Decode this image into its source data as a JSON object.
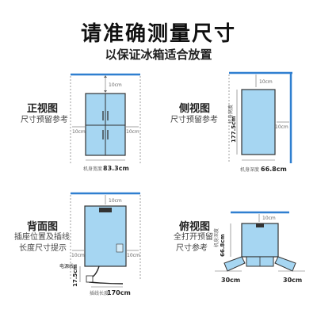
{
  "header": {
    "title": "请准确测量尺寸",
    "subtitle": "以保证冰箱适合放置"
  },
  "front_view": {
    "title": "正视图",
    "desc": "尺寸预留参考",
    "gap_top": "10cm",
    "gap_left": "10cm",
    "gap_right": "10cm",
    "width_label": "机身宽度",
    "width_value": "83.3cm"
  },
  "side_view": {
    "title": "侧视图",
    "desc": "尺寸预留参考",
    "gap_top": "10cm",
    "gap_right": "10cm",
    "height_label": "机身高度",
    "height_value": "177.5cm",
    "depth_label": "机身深度",
    "depth_value": "66.8cm"
  },
  "back_view": {
    "title": "背面图",
    "desc_line1": "插座位置及插线",
    "desc_line2": "长度尺寸提示",
    "gap_top": "10cm",
    "gap_left": "10cm",
    "gap_right": "10cm",
    "cord_label_line1": "电源线",
    "cord_label_line2": "17.5cm",
    "cord_length_label": "插线长度",
    "cord_length_value": "170cm"
  },
  "top_view": {
    "title": "俯视图",
    "desc_line1": "全打开预留",
    "desc_line2": "尺寸参考",
    "gap_top": "10cm",
    "depth_label": "机身深度",
    "depth_value": "66.8cm",
    "door_left": "30cm",
    "door_right": "30cm"
  },
  "colors": {
    "fridge_fill": "#a6d6f2",
    "fridge_edge": "#333333",
    "wall_blue": "#2f7fd0",
    "dash": "#888888"
  }
}
